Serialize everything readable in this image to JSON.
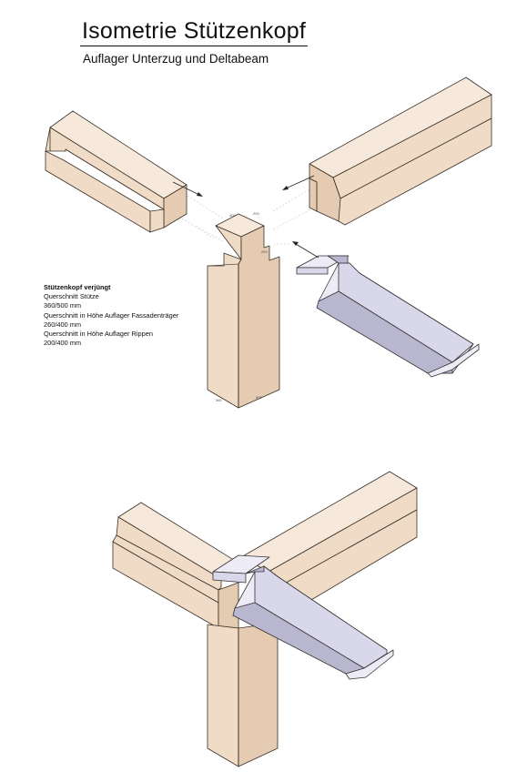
{
  "header": {
    "title": "Isometrie Stützenkopf",
    "subtitle": "Auflager Unterzug und Deltabeam"
  },
  "notes": {
    "heading": "Stützenkopf verjüngt",
    "lines": [
      "Querschnitt Stütze",
      "360/500 mm",
      "Querschnitt in Höhe Auflager Fassadenträger",
      "260/400 mm",
      "Querschnitt in Höhe Auflager Rippen",
      "200/400 mm"
    ]
  },
  "dimension_tags": {
    "top_left": "400",
    "top_right": "200",
    "middle": "200",
    "bottom_left": "360",
    "bottom_right": "500"
  },
  "colors": {
    "timber": "#efdbc6",
    "steel": "#d9d7ea",
    "outline": "#3a3028"
  }
}
